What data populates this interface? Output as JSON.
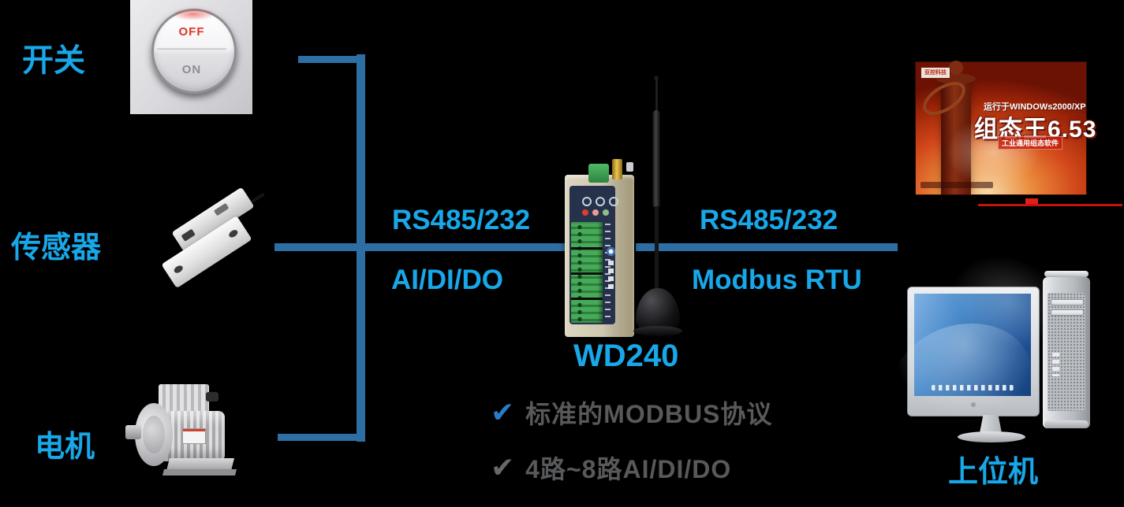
{
  "colors": {
    "background": "#000000",
    "line_blue": "#2d6fa5",
    "label_blue": "#18a7e8",
    "feature_text_gray": "#58595b",
    "check_blue": "#2b7bc4",
    "check_gray": "#66686a"
  },
  "nodes": {
    "switch": {
      "label": "开关",
      "button_off": "OFF",
      "button_on": "ON"
    },
    "sensor": {
      "label": "传感器"
    },
    "motor": {
      "label": "电机"
    },
    "gateway": {
      "label": "WD240"
    },
    "host": {
      "label": "上位机"
    }
  },
  "connections": {
    "left": {
      "top": "RS485/232",
      "bottom": "AI/DI/DO"
    },
    "right": {
      "top": "RS485/232",
      "bottom": "Modbus RTU"
    }
  },
  "features": [
    {
      "check": "✔",
      "text": "标准的MODBUS协议"
    },
    {
      "check": "✔",
      "text": "4路~8路AI/DI/DO"
    }
  ],
  "software_box": {
    "vendor_logo": "亚控科技",
    "tagline": "运行于WINDOWs2000/XP",
    "title": "组态王6.53",
    "subtitle": "工业通用组态软件"
  }
}
